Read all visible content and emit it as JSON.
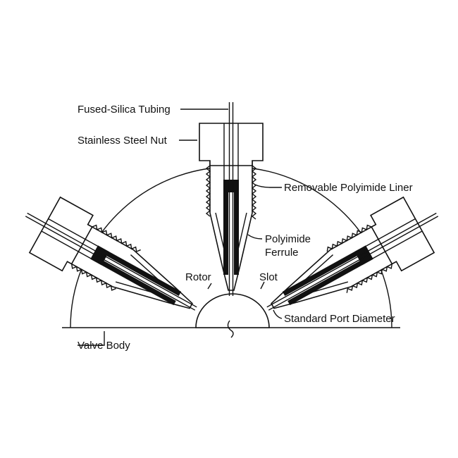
{
  "diagram": {
    "labels": {
      "tubing": "Fused-Silica Tubing",
      "nut": "Stainless Steel Nut",
      "liner": "Removable Polyimide Liner",
      "ferrule_1": "Polyimide",
      "ferrule_2": "Ferrule",
      "rotor": "Rotor",
      "slot": "Slot",
      "port": "Standard Port Diameter",
      "body": "Valve Body"
    },
    "colors": {
      "ink": "#111111",
      "background": "#ffffff"
    }
  }
}
